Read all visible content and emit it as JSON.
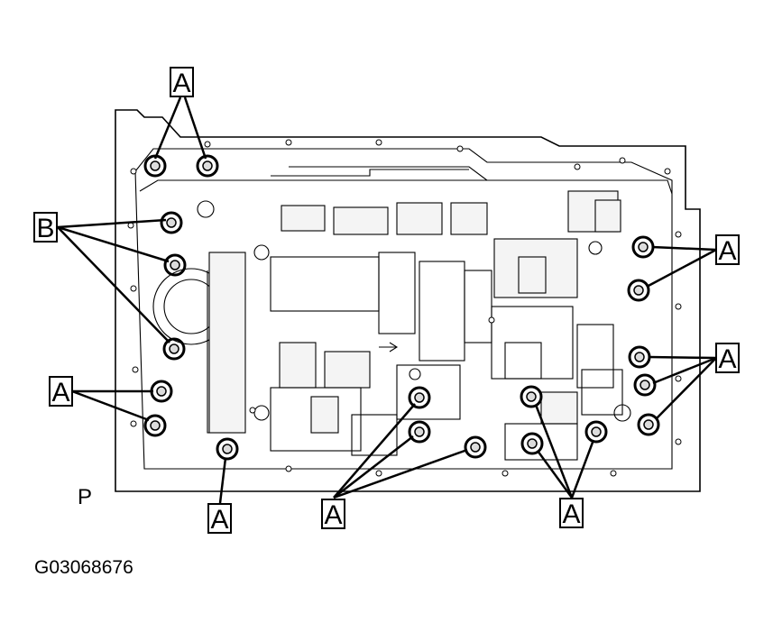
{
  "callouts": {
    "top_left": "A",
    "left_b": "B",
    "left_a": "A",
    "bottom_left": "A",
    "bottom_center": "A",
    "bottom_right": "A",
    "right_upper": "A",
    "right_lower": "A"
  },
  "view_label": "P",
  "figure_id": "G03068676",
  "colors": {
    "ink": "#000000",
    "paper": "#ffffff",
    "bolt": "#dcdcdc"
  }
}
